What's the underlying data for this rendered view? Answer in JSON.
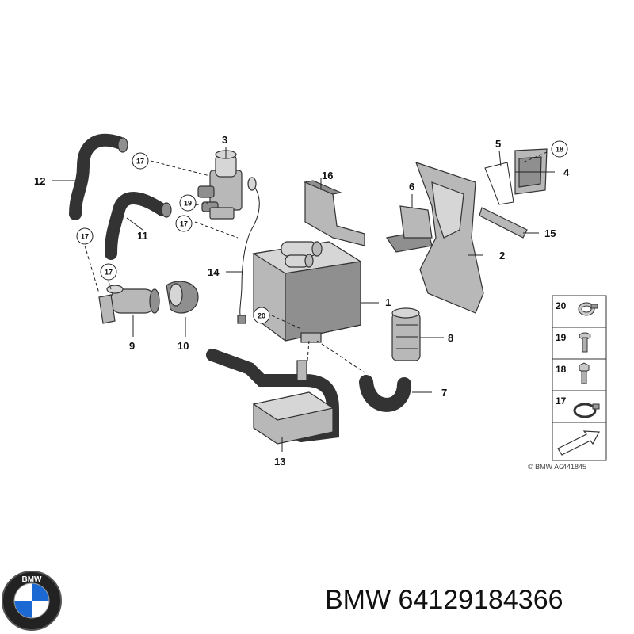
{
  "callouts": {
    "c1": "1",
    "c2": "2",
    "c3": "3",
    "c4": "4",
    "c5": "5",
    "c6": "6",
    "c7": "7",
    "c8": "8",
    "c9": "9",
    "c10": "10",
    "c11": "11",
    "c12": "12",
    "c13": "13",
    "c14": "14",
    "c15": "15",
    "c16": "16",
    "k17a": "17",
    "k17b": "17",
    "k17c": "17",
    "k17d": "17",
    "k18": "18",
    "k19": "19",
    "k20": "20"
  },
  "legend": {
    "items": [
      {
        "num": "20",
        "icon": "hose-clamp-icon"
      },
      {
        "num": "19",
        "icon": "bolt-icon"
      },
      {
        "num": "18",
        "icon": "hex-bolt-icon"
      },
      {
        "num": "17",
        "icon": "spring-clamp-icon"
      }
    ],
    "direction_icon": "arrow-icon"
  },
  "footer": {
    "copyright": "© BMW AG",
    "diagram_number": "441845"
  },
  "branding": {
    "logo_text": "BMW",
    "title": "BMW 64129184366"
  },
  "colors": {
    "part_gray": "#b8b8b8",
    "line": "#222222",
    "logo_blue": "#1c69d4"
  }
}
